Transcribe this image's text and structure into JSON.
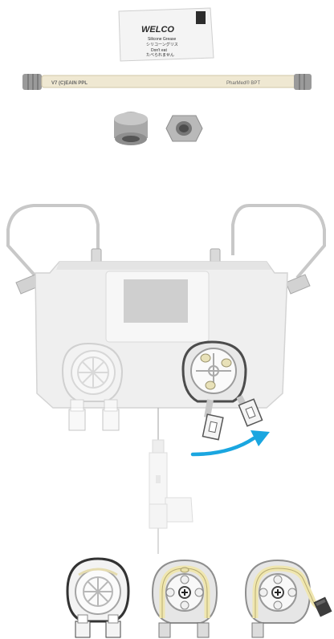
{
  "packet": {
    "brand": "WELCO",
    "line1": "Silicone Grease",
    "line2": "シリコーングリス",
    "line3": "Don't eat",
    "line4": "たべられません"
  },
  "tube": {
    "left_label": "V7 (C)EAIN PPL",
    "right_label": "PharMed® BPT"
  },
  "colors": {
    "arrow": "#1aa6e0",
    "tube_yellow": "#efe7b4",
    "housing": "#eeeeee",
    "outline": "#9a9a9a"
  }
}
